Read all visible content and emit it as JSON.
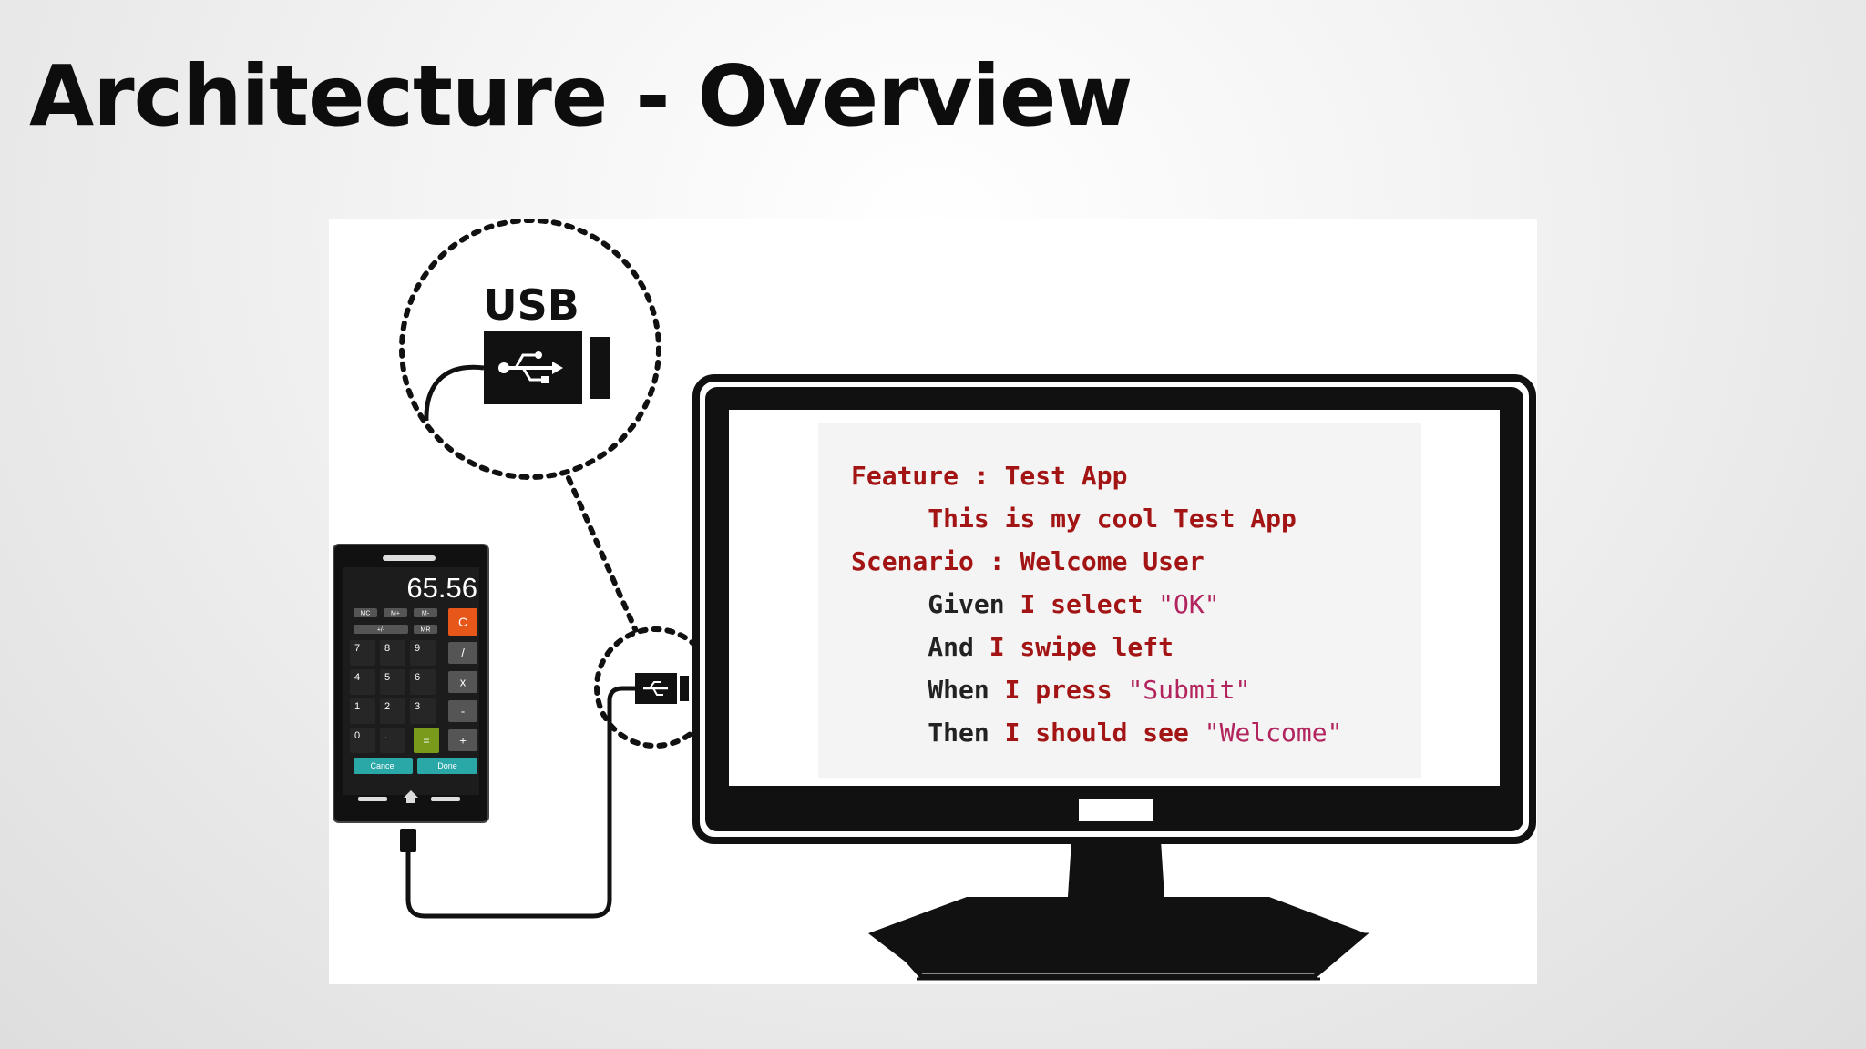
{
  "slide": {
    "title": "Architecture - Overview"
  },
  "usb_callout": {
    "label": "USB"
  },
  "phone": {
    "display_value": "65.56",
    "memory_keys": [
      "MC",
      "M+",
      "M-",
      "+/-",
      "MR"
    ],
    "digit_keys": [
      "7",
      "8",
      "9",
      "4",
      "5",
      "6",
      "1",
      "2",
      "3",
      "0",
      "."
    ],
    "clear_key": "C",
    "operator_keys": [
      "/",
      "x",
      "-",
      "+"
    ],
    "equals_key": "=",
    "cancel_label": "Cancel",
    "done_label": "Done"
  },
  "monitor": {
    "code_lines": [
      [
        {
          "text": "Feature : Test App",
          "style": "kw"
        }
      ],
      [
        {
          "text": "     ",
          "style": "kw"
        },
        {
          "text": "This is my cool Test App",
          "style": "kw"
        }
      ],
      [
        {
          "text": "Scenario : Welcome User",
          "style": "kw"
        }
      ],
      [
        {
          "text": "     Given ",
          "style": "plain"
        },
        {
          "text": "I select ",
          "style": "kw"
        },
        {
          "text": "\"OK\"",
          "style": "str"
        }
      ],
      [
        {
          "text": "     And ",
          "style": "plain"
        },
        {
          "text": "I swipe left",
          "style": "kw"
        }
      ],
      [
        {
          "text": "     When ",
          "style": "plain"
        },
        {
          "text": "I press ",
          "style": "kw"
        },
        {
          "text": "\"Submit\"",
          "style": "str"
        }
      ],
      [
        {
          "text": "     Then ",
          "style": "plain"
        },
        {
          "text": "I should see ",
          "style": "kw"
        },
        {
          "text": "\"Welcome\"",
          "style": "str"
        }
      ]
    ]
  },
  "colors": {
    "keyword": "#a31515",
    "plain": "#222222",
    "string": "#b2245e",
    "clear_key": "#e8571a",
    "equals_key": "#7a9a1c",
    "action_buttons": "#2aa7a7"
  }
}
